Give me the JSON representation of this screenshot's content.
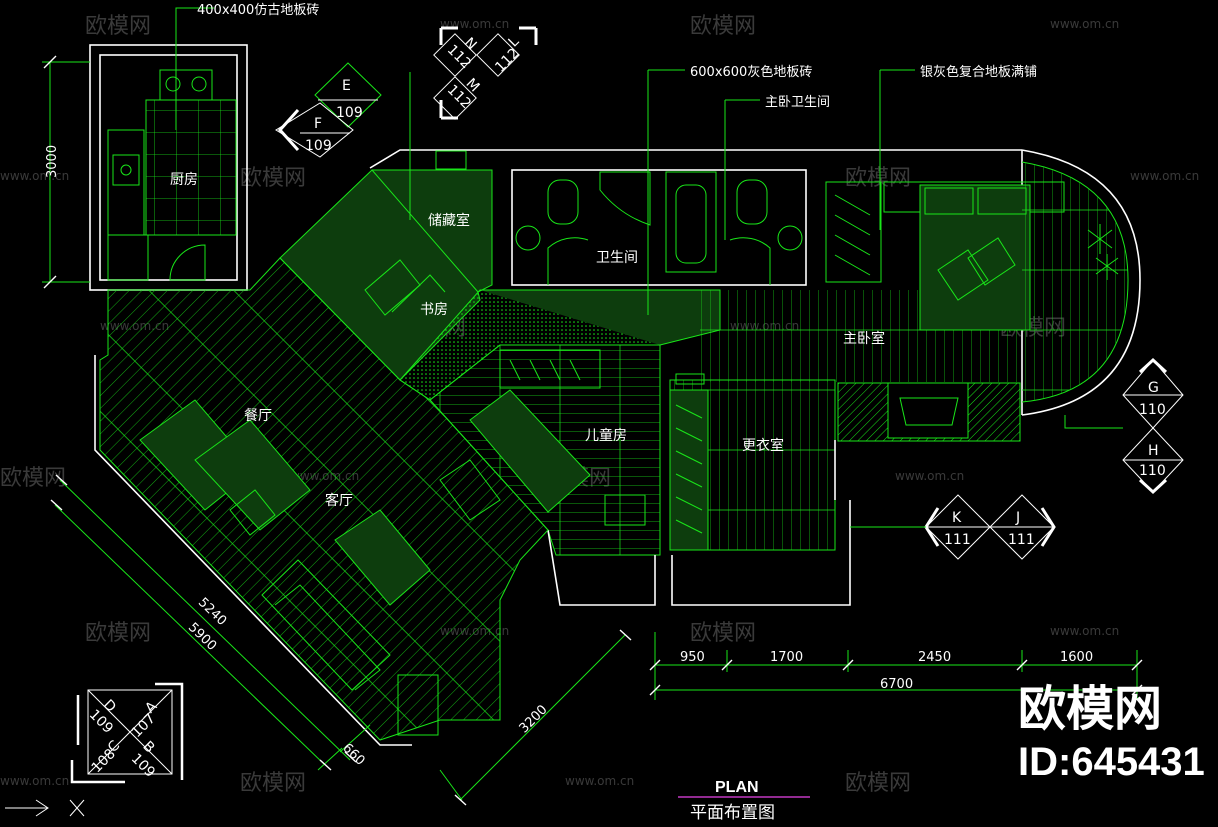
{
  "materials": {
    "tile_400": "400x400仿古地板砖",
    "tile_600": "600x600灰色地板砖",
    "composite": "银灰色复合地板满铺",
    "master_bath": "主卧卫生间"
  },
  "rooms": {
    "kitchen": "厨房",
    "storage": "储藏室",
    "bath": "卫生间",
    "study": "书房",
    "master": "主卧室",
    "dining": "餐厅",
    "living": "客厅",
    "kids": "儿童房",
    "closet": "更衣室"
  },
  "tags": {
    "E": {
      "letter": "E",
      "num": "109"
    },
    "F": {
      "letter": "F",
      "num": "109"
    },
    "N": {
      "letter": "N",
      "num": "112"
    },
    "L": {
      "letter": "L",
      "num": "112"
    },
    "M": {
      "letter": "M",
      "num": "112"
    },
    "G": {
      "letter": "G",
      "num": "110"
    },
    "H": {
      "letter": "H",
      "num": "110"
    },
    "K": {
      "letter": "K",
      "num": "111"
    },
    "J": {
      "letter": "J",
      "num": "111"
    },
    "D": {
      "letter": "D",
      "num": "109"
    },
    "A": {
      "letter": "A",
      "num": "107"
    },
    "C": {
      "letter": "C",
      "num": "108"
    },
    "B": {
      "letter": "B",
      "num": "109"
    }
  },
  "dims": {
    "d3000": "3000",
    "d950": "950",
    "d1700": "1700",
    "d2450": "2450",
    "d1600": "1600",
    "d6700": "6700",
    "d5240": "5240",
    "d5900": "5900",
    "d3200": "3200",
    "d660": "660"
  },
  "title": {
    "en": "PLAN",
    "cn": "平面布置图"
  },
  "watermark": {
    "brand": "欧模网",
    "site": "www.om.cn",
    "id": "ID:645431"
  },
  "colors": {
    "line": "#19e619",
    "background": "#000000",
    "text": "#ffffff"
  }
}
